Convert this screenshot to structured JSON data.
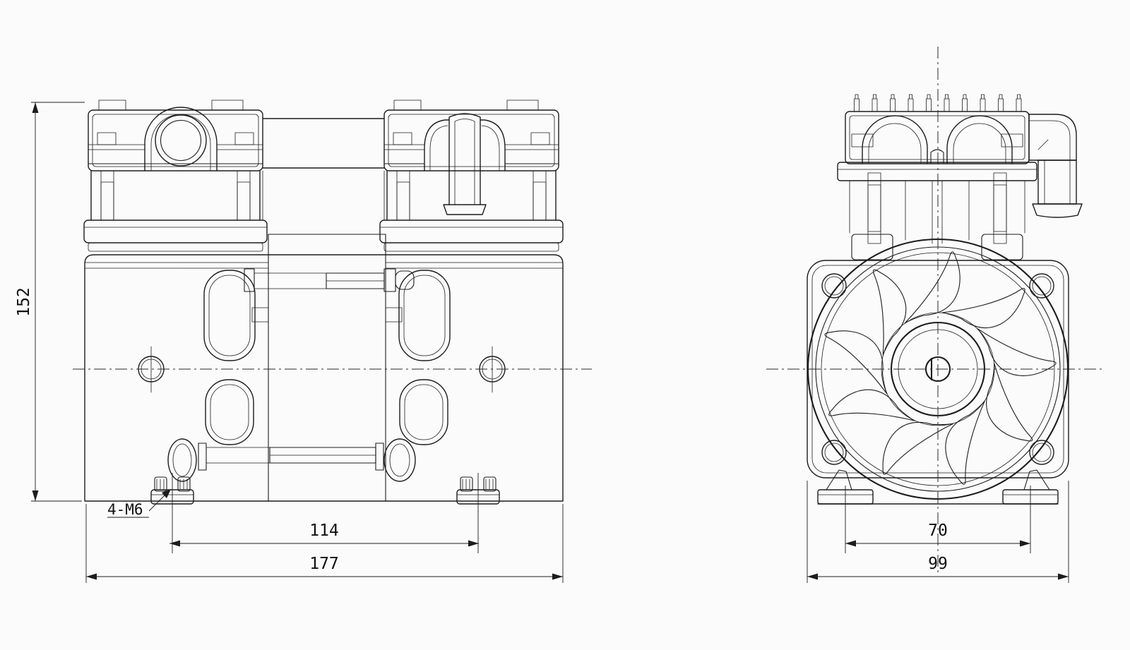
{
  "drawing": {
    "background": "#fbfbfb",
    "line_color": "#1c1c1c",
    "front_view": {
      "dim_height": "152",
      "dim_foot_spacing": "114",
      "dim_overall_width": "177",
      "thread_callout": "4-M6"
    },
    "side_view": {
      "dim_foot_spacing": "70",
      "dim_overall_width": "99"
    }
  }
}
